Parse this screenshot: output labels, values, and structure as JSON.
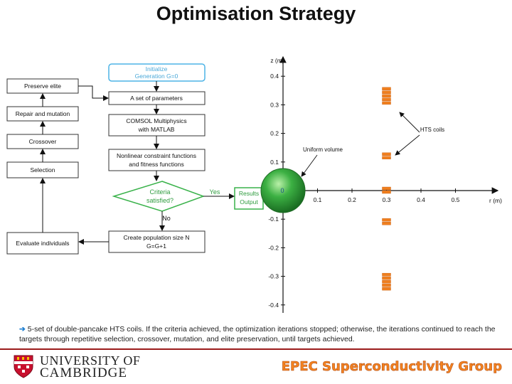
{
  "title": "Optimisation Strategy",
  "flowchart": {
    "initialize_line1": "Initialize",
    "initialize_line2": "Generation G=0",
    "parameters": "A set of parameters",
    "comsol_line1": "COMSOL Multiphysics",
    "comsol_line2": "with MATLAB",
    "nonlinear_line1": "Nonlinear constraint functions",
    "nonlinear_line2": "and fitness functions",
    "criteria_line1": "Criteria",
    "criteria_line2": "satisfied?",
    "yes": "Yes",
    "no": "No",
    "results_line1": "Results",
    "results_line2": "Output",
    "population_line1": "Create population size N",
    "population_line2": "G=G+1",
    "preserve": "Preserve elite",
    "repair": "Repair and mutation",
    "crossover": "Crossover",
    "selection": "Selection",
    "evaluate": "Evaluate individuals"
  },
  "plot": {
    "z_label": "z (m)",
    "r_label": "r (m)",
    "z_ticks": [
      "0.4",
      "0.3",
      "0.2",
      "0.1",
      "-0.1",
      "-0.2",
      "-0.3",
      "-0.4"
    ],
    "z_tick_values": [
      0.4,
      0.3,
      0.2,
      0.1,
      -0.1,
      -0.2,
      -0.3,
      -0.4
    ],
    "r_ticks": [
      "0.1",
      "0.2",
      "0.3",
      "0.4",
      "0.5"
    ],
    "r_tick_values": [
      0.1,
      0.2,
      0.3,
      0.4,
      0.5
    ],
    "origin_label": "0",
    "hts_coils_label": "HTS coils",
    "uniform_volume_label": "Uniform volume",
    "coil_color": "#f07f1e",
    "sphere_color": "#2fa83a",
    "coils": [
      {
        "r": 0.3,
        "z": 0.33,
        "turns": 5
      },
      {
        "r": 0.3,
        "z": 0.12,
        "turns": 2
      },
      {
        "r": 0.3,
        "z": 0.0,
        "turns": 2
      },
      {
        "r": 0.3,
        "z": -0.11,
        "turns": 2
      },
      {
        "r": 0.3,
        "z": -0.32,
        "turns": 5
      }
    ]
  },
  "caption": "5-set of double-pancake HTS coils. If the criteria achieved, the optimization iterations stopped; otherwise, the iterations continued to reach the targets through repetitive selection, crossover, mutation, and elite preservation, until targets achieved.",
  "footer": {
    "university_line1": "UNIVERSITY OF",
    "university_line2": "CAMBRIDGE",
    "group": "EPEC Superconductivity Group"
  }
}
